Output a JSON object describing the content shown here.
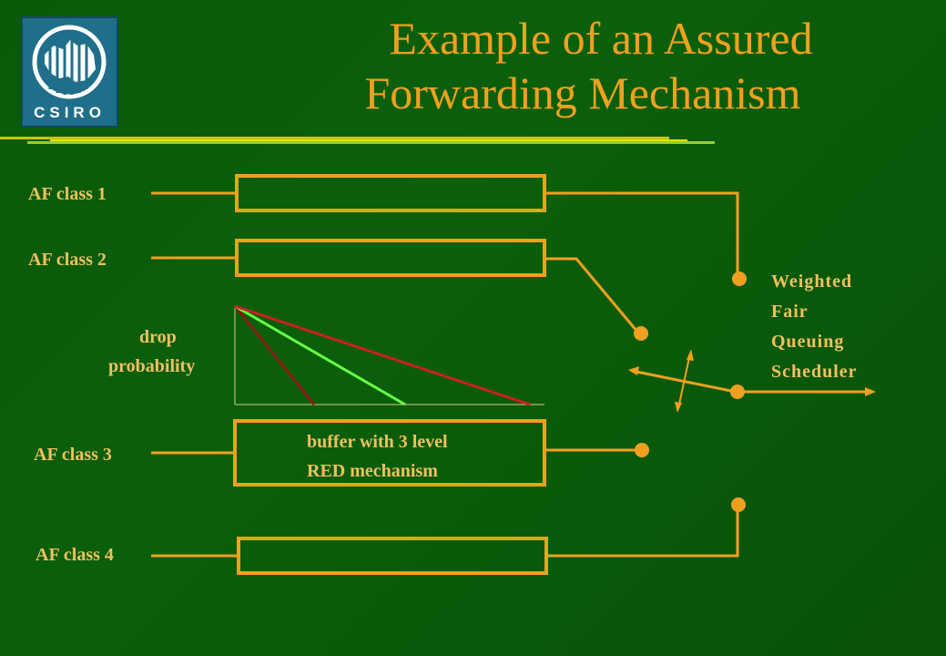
{
  "title": {
    "line1": "Example of an Assured",
    "line2": "Forwarding Mechanism"
  },
  "logo": {
    "text": "CSIRO"
  },
  "af_classes": [
    {
      "label": "AF class 1"
    },
    {
      "label": "AF class 2"
    },
    {
      "label": "AF class 3"
    },
    {
      "label": "AF class 4"
    }
  ],
  "drop_probability": {
    "line1": "drop",
    "line2": "probability"
  },
  "buffer": {
    "line1": "buffer with 3 level",
    "line2": "RED mechanism"
  },
  "scheduler": {
    "line1": "Weighted",
    "line2": "Fair",
    "line3": "Queuing",
    "line4": "Scheduler"
  },
  "colors": {
    "background": "#0a5a0a",
    "accent": "#f0a020",
    "label": "#f0c060",
    "red_line": "#cc2020",
    "green_line": "#66ff44",
    "dark_red_line": "#8b1a10"
  }
}
